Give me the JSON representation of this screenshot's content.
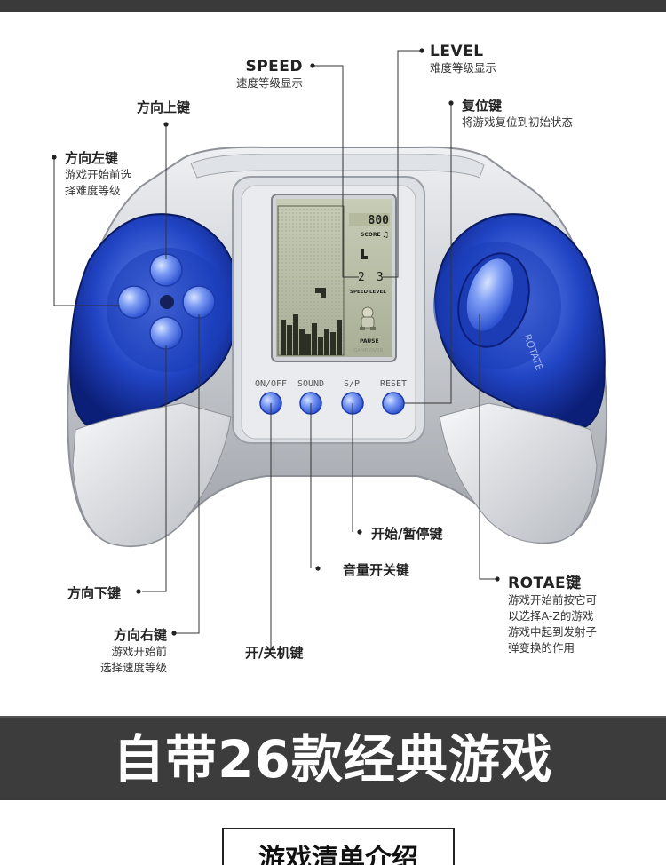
{
  "labels": {
    "speed": {
      "title": "SPEED",
      "desc": "速度等级显示"
    },
    "level": {
      "title": "LEVEL",
      "desc": "难度等级显示"
    },
    "up": {
      "title": "方向上键"
    },
    "reset": {
      "title": "复位键",
      "desc": "将游戏复位到初始状态"
    },
    "left": {
      "title": "方向左键",
      "desc": "游戏开始前选\n择难度等级"
    },
    "start_pause": {
      "title": "开始/暂停键"
    },
    "sound": {
      "title": "音量开关键"
    },
    "down": {
      "title": "方向下键"
    },
    "rotate": {
      "title": "ROTAE键",
      "desc": "游戏开始前按它可\n以选择A-Z的游戏\n游戏中起到发射子\n弹变换的作用"
    },
    "right": {
      "title": "方向右键",
      "desc": "游戏开始前\n选择速度等级"
    },
    "power": {
      "title": "开/关机键"
    }
  },
  "device": {
    "buttons": [
      "ON/OFF",
      "SOUND",
      "S/P",
      "RESET"
    ],
    "rotate_text": "ROTATE",
    "screen": {
      "score": "800",
      "score_label": "SCORE",
      "speed_value": "2",
      "level_value": "3",
      "speed_label": "SPEED",
      "level_label": "LEVEL",
      "pause_label": "PAUSE",
      "gameover_label": "GAME OVER"
    }
  },
  "banner": {
    "title": "自带26款经典游戏"
  },
  "footer": {
    "title": "游戏清单介绍"
  },
  "colors": {
    "blue": "#1f49c8",
    "silver": "#c8cbd0",
    "lcd": "#b9bfa8",
    "banner": "#3c3c3c"
  }
}
